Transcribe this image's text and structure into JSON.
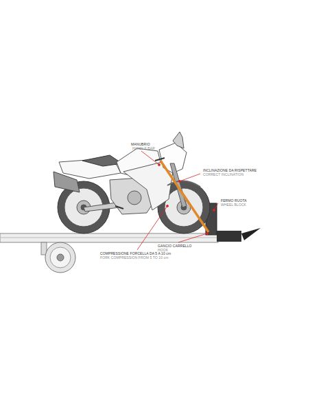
{
  "diagram": {
    "labels": [
      "MANUBRIO",
      "HANDLE BAR",
      "INCLINAZIONE DA RISPETTARE",
      "CORRECT INCLINATION",
      "FERMO RUOTA",
      "WHEEL BLOCK",
      "GANCIO CARRELLO",
      "HOOK",
      "COMPRESSIONE FORCELLA DA 5 A 10 cm",
      "FORK COMPRESSION FROM 5 TO 10 cm"
    ]
  }
}
